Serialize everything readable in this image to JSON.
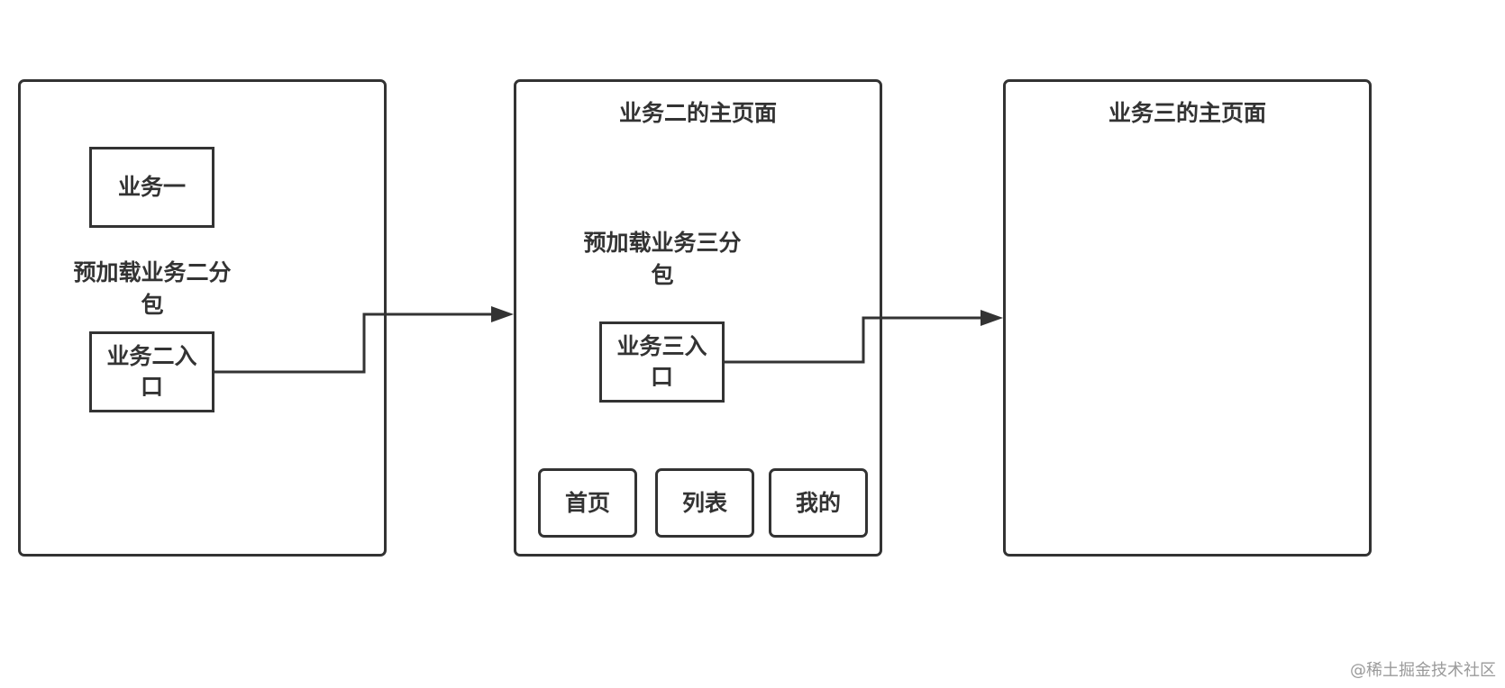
{
  "colors": {
    "stroke": "#333333",
    "text": "#333333",
    "watermark": "#9a9a9a",
    "background": "#ffffff"
  },
  "page_one": {
    "business_one_box": "业务一",
    "preload_label": "预加载业务二分包",
    "business_two_entry_box": "业务二入口"
  },
  "page_two": {
    "title": "业务二的主页面",
    "preload_label": "预加载业务三分包",
    "business_three_entry_box": "业务三入口",
    "tabs": [
      "首页",
      "列表",
      "我的"
    ]
  },
  "page_three": {
    "title": "业务三的主页面"
  },
  "watermark": "@稀土掘金技术社区"
}
